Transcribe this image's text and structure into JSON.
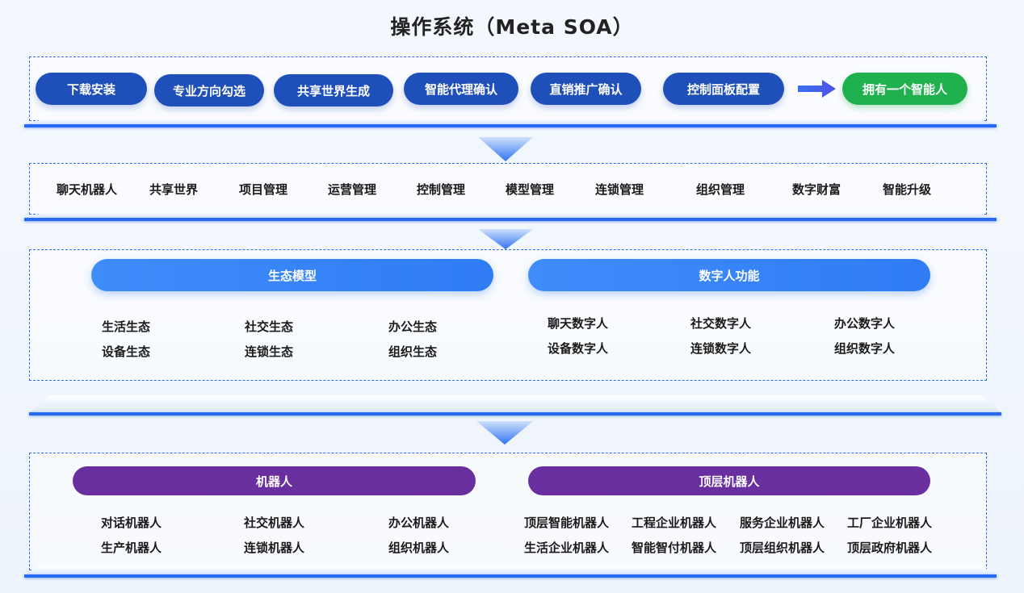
{
  "title": "操作系统（Meta SOA）",
  "setup_steps": [
    "下载安装",
    "专业方向勾选",
    "共享世界生成",
    "智能代理确认",
    "直销推广确认",
    "控制面板配置"
  ],
  "setup_result": "拥有一个智能人",
  "modules": [
    "聊天机器人",
    "共享世界",
    "项目管理",
    "运营管理",
    "控制管理",
    "模型管理",
    "连锁管理",
    "组织管理",
    "数字财富",
    "智能升级"
  ],
  "ecology": {
    "header": "生态模型",
    "items": [
      "生活生态",
      "社交生态",
      "办公生态",
      "设备生态",
      "连锁生态",
      "组织生态"
    ]
  },
  "digital_human": {
    "header": "数字人功能",
    "items": [
      "聊天数字人",
      "社交数字人",
      "办公数字人",
      "设备数字人",
      "连锁数字人",
      "组织数字人"
    ]
  },
  "robots": {
    "header": "机器人",
    "items": [
      "对话机器人",
      "社交机器人",
      "办公机器人",
      "生产机器人",
      "连锁机器人",
      "组织机器人"
    ]
  },
  "top_robots": {
    "header": "顶层机器人",
    "items": [
      "顶层智能机器人",
      "工程企业机器人",
      "服务企业机器人",
      "工厂企业机器人",
      "生活企业机器人",
      "智能智付机器人",
      "顶层组织机器人",
      "顶层政府机器人"
    ]
  },
  "colors": {
    "primary": "#1f4fb9",
    "accent": "#2f7cf5",
    "green": "#1fb14e",
    "purple": "#6a2f9f",
    "border": "#2f6bf0"
  }
}
